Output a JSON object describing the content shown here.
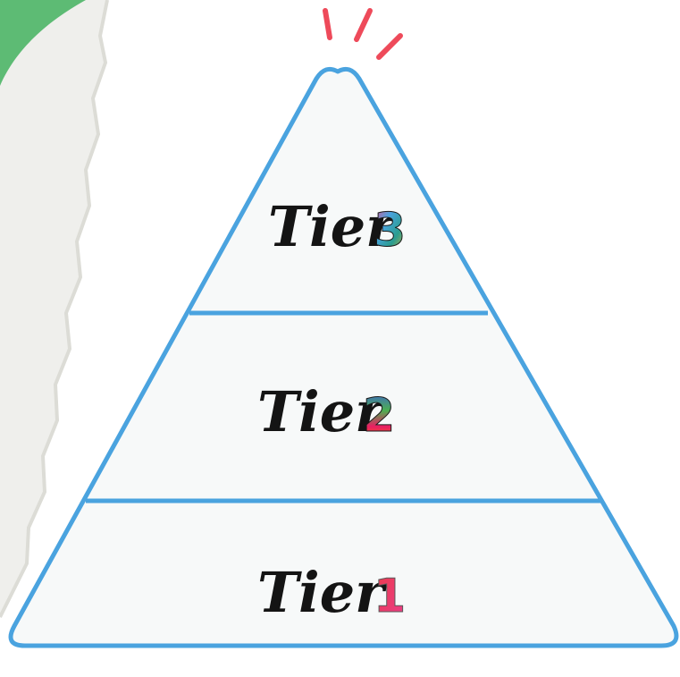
{
  "diagram": {
    "type": "pyramid",
    "tiers": [
      {
        "word": "Tier",
        "number": "3"
      },
      {
        "word": "Tier",
        "number": "2"
      },
      {
        "word": "Tier",
        "number": "1"
      }
    ]
  },
  "colors": {
    "outline": "#4aa3df",
    "fill": "#f7f9f9",
    "text": "#141414",
    "accent_spark": "#ee4a5a",
    "corner_blob": "#5dbb74",
    "paper": "#efefec",
    "tier3_number": [
      "#f0b429",
      "#4aa3df",
      "#ee4a8a",
      "#2a9d8f"
    ],
    "tier2_number": [
      "#3b5bdb",
      "#4caf50",
      "#e91e63",
      "#f57c00"
    ],
    "tier1_number": [
      "#ee3b4a",
      "#e83e8c"
    ]
  }
}
